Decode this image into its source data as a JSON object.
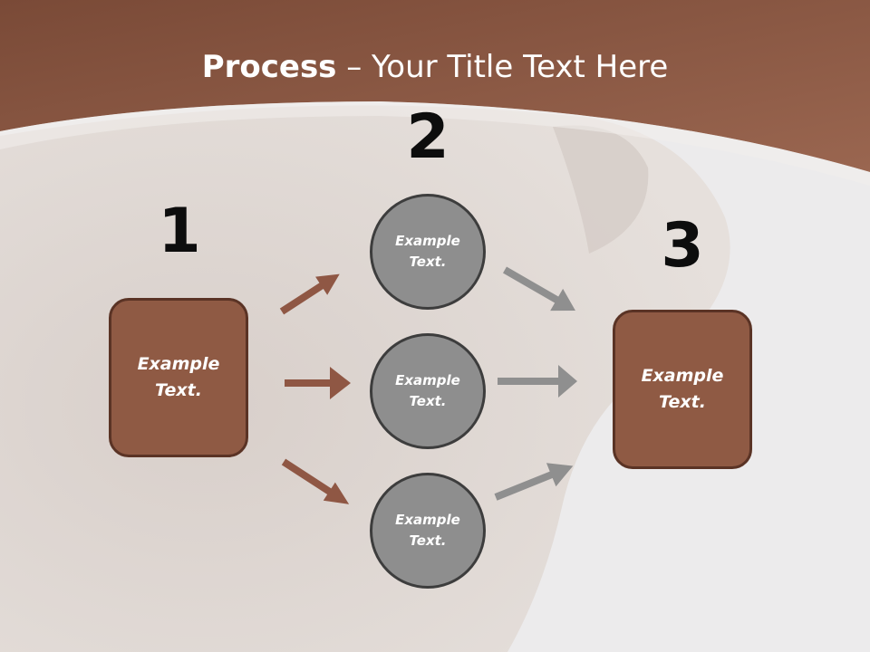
{
  "title": {
    "bold": "Process",
    "rest": " – Your Title Text Here"
  },
  "steps": {
    "one": {
      "number": "1",
      "line1": "Example",
      "line2": "Text."
    },
    "two": {
      "number": "2"
    },
    "three": {
      "number": "3",
      "line1": "Example",
      "line2": "Text."
    }
  },
  "circles": [
    {
      "line1": "Example",
      "line2": "Text."
    },
    {
      "line1": "Example",
      "line2": "Text."
    },
    {
      "line1": "Example",
      "line2": "Text."
    }
  ],
  "colors": {
    "header": "#8a5541",
    "brown_box": "#8f5a44",
    "brown_arrow": "#8f5744",
    "gray_circle": "#8e8e8e",
    "gray_arrow": "#8f8f8f"
  }
}
